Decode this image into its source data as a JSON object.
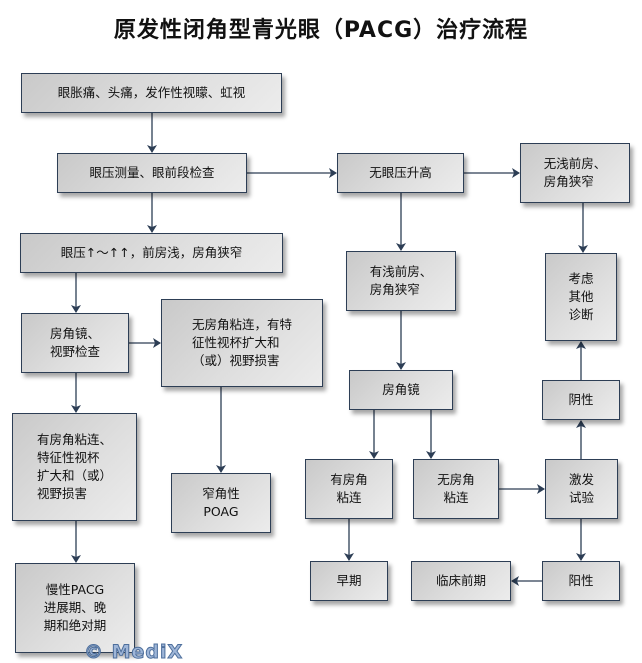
{
  "title": "原发性闭角型青光眼（PACG）治疗流程",
  "watermark": "© MediX",
  "colors": {
    "border": "#2d3e55",
    "arrow": "#2d3e55",
    "box_fill": "#dcdcdc"
  },
  "nodes": {
    "symptoms": "眼胀痛、头痛，发作性视矇、虹视",
    "iop_exam": "眼压测量、眼前段检查",
    "iop_high": "眼压↑～↑↑，前房浅，房角狭窄",
    "gonio_vf": "房角镜、\n视野检查",
    "no_pas_cupping": "无房角粘连，有特\n征性视杯扩大和\n（或）视野损害",
    "pas_cupping": "有房角粘连、\n特征性视杯\n扩大和（或）\n视野损害",
    "narrow_poag": "窄角性\nPOAG",
    "chronic_pacg": "慢性PACG\n进展期、晚\n期和绝对期",
    "no_iop_high": "无眼压升高",
    "no_shallow": "无浅前房、\n房角狭窄",
    "shallow": "有浅前房、\n房角狭窄",
    "other_dx": "考虑\n其他\n诊断",
    "gonio": "房角镜",
    "negative": "阴性",
    "has_pas": "有房角\n粘连",
    "no_pas": "无房角\n粘连",
    "provocative": "激发\n试验",
    "early": "早期",
    "preclinical": "临床前期",
    "positive": "阳性"
  }
}
